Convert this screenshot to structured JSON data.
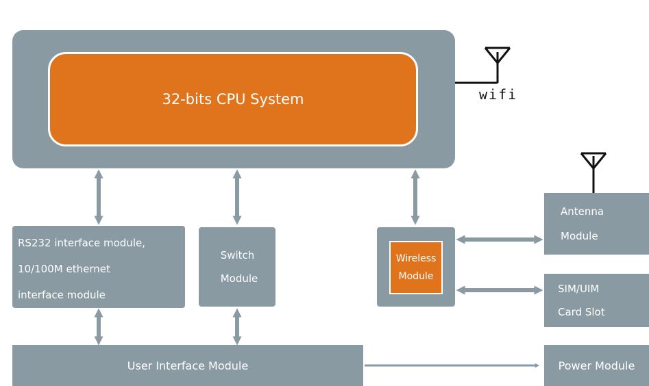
{
  "colors": {
    "module_gray": "#8a9aa3",
    "cpu_orange": "#e0741d",
    "connector": "#8a9aa3",
    "antenna_line": "#111111"
  },
  "blocks": {
    "cpu": "32-bits CPU System",
    "rs232": "RS232 interface module,\n10/100M ethernet\ninterface module",
    "switch": "Switch\nModule",
    "wireless": "Wireless\nModule",
    "antenna": "Antenna\nModule",
    "sim": "SIM/UIM\nCard Slot",
    "user_interface": "User Interface Module",
    "power": "Power Module"
  },
  "wifi_label": "wifi",
  "icons": [
    "antenna-icon",
    "antenna-icon"
  ]
}
